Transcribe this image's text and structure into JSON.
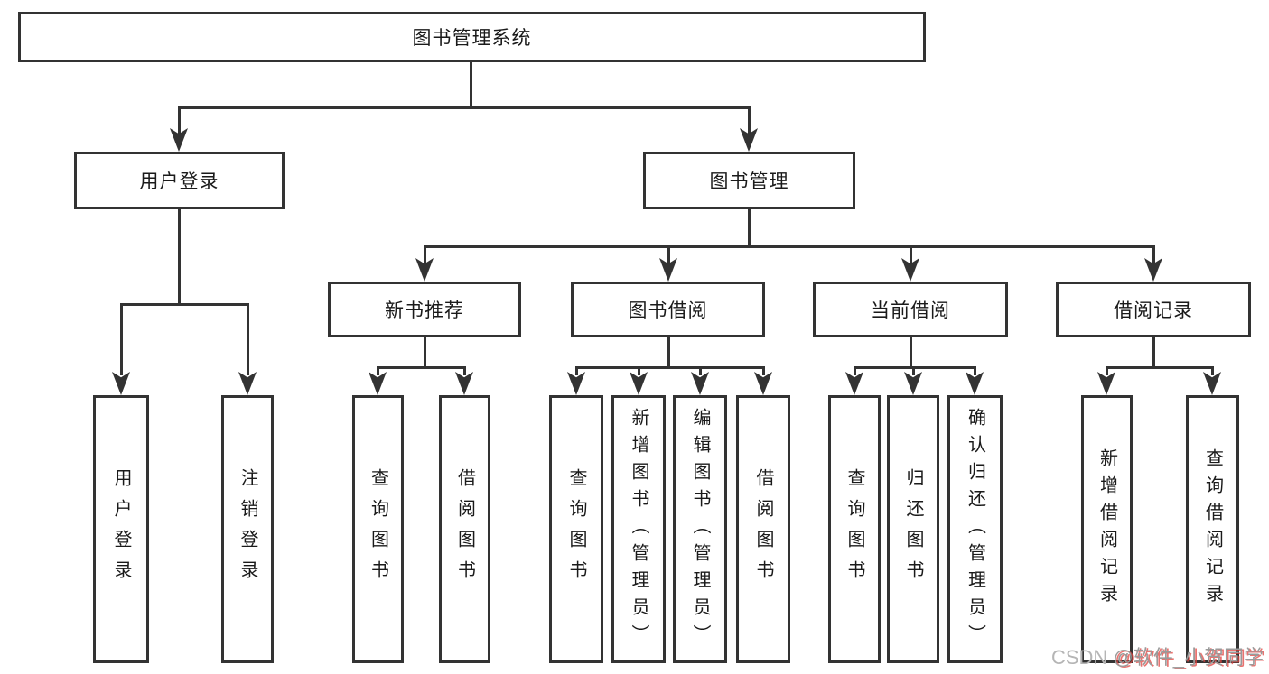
{
  "diagram": {
    "line_color": "#333333",
    "root": {
      "label": "图书管理系统"
    },
    "level2": [
      {
        "label": "用户登录"
      },
      {
        "label": "图书管理"
      }
    ],
    "level3": [
      {
        "label": "新书推荐"
      },
      {
        "label": "图书借阅"
      },
      {
        "label": "当前借阅"
      },
      {
        "label": "借阅记录"
      }
    ],
    "leaves": {
      "user_login": [
        {
          "label": "用户登录"
        },
        {
          "label": "注销登录"
        }
      ],
      "new_book": [
        {
          "label": "查询图书"
        },
        {
          "label": "借阅图书"
        }
      ],
      "book_borrow": [
        {
          "label": "查询图书"
        },
        {
          "label": "新增图书（管理员）"
        },
        {
          "label": "编辑图书（管理员）"
        },
        {
          "label": "借阅图书"
        }
      ],
      "current_borrow": [
        {
          "label": "查询图书"
        },
        {
          "label": "归还图书"
        },
        {
          "label": "确认归还（管理员）"
        }
      ],
      "borrow_record": [
        {
          "label": "新增借阅记录"
        },
        {
          "label": "查询借阅记录"
        }
      ]
    }
  },
  "watermark": {
    "prefix": "CSDN ",
    "user": "@软件_小贺同学",
    "gray": "#b5b5b5",
    "red": "#e24440"
  }
}
